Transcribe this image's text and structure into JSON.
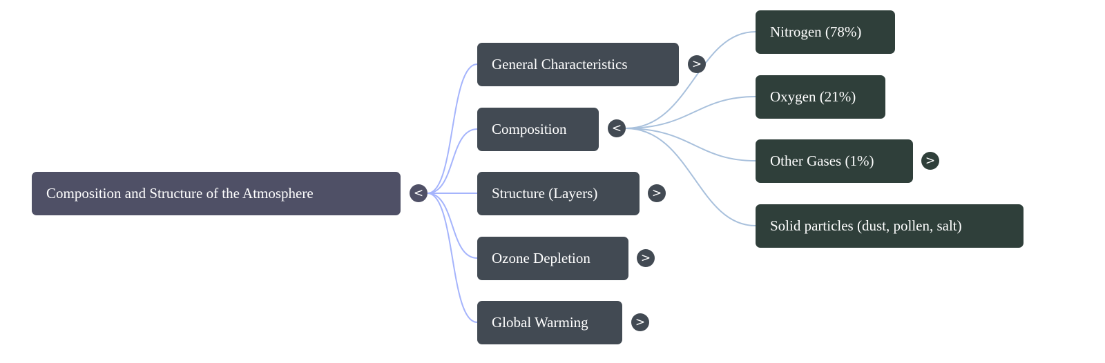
{
  "root": {
    "label": "Composition and Structure of the Atmosphere",
    "toggle": "<"
  },
  "children": [
    {
      "label": "General Characteristics",
      "toggle": ">"
    },
    {
      "label": "Composition",
      "toggle": "<"
    },
    {
      "label": "Structure (Layers)",
      "toggle": ">"
    },
    {
      "label": "Ozone Depletion",
      "toggle": ">"
    },
    {
      "label": "Global Warming",
      "toggle": ">"
    }
  ],
  "composition_children": [
    {
      "label": "Nitrogen (78%)"
    },
    {
      "label": "Oxygen (21%)"
    },
    {
      "label": "Other Gases (1%)",
      "toggle": ">"
    },
    {
      "label": "Solid particles (dust, pollen, salt)"
    }
  ],
  "colors": {
    "root": "#4f5066",
    "level1": "#424a53",
    "level2": "#2f3f3a",
    "edge1": "#a5b4fc",
    "edge2": "#a8c0dc"
  }
}
